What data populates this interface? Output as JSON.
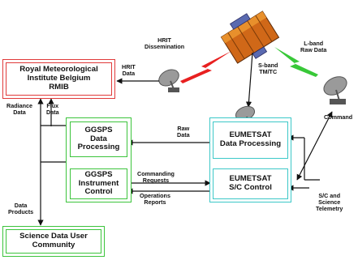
{
  "colors": {
    "rmib_border": "#e03a3a",
    "ggsps_border": "#3cc43c",
    "eumetsat_border": "#3cc8c8",
    "arrow": "#111111",
    "red_bolt": "#e82020",
    "green_bolt": "#38c838",
    "satellite_body": "#d06818",
    "dish": "#8a8a8a"
  },
  "icons": [
    "satellite-icon",
    "dish-antenna-icon",
    "lightning-bolt-icon"
  ],
  "boxes": {
    "rmib": [
      "Royal Meteorological",
      "Institute Belgium",
      "RMIB"
    ],
    "ggsps_dp": [
      "GGSPS",
      "Data",
      "Processing"
    ],
    "ggsps_ic": [
      "GGSPS",
      "Instrument",
      "Control"
    ],
    "eum_dp": [
      "EUMETSAT",
      "Data Processing"
    ],
    "eum_sc": [
      "EUMETSAT",
      "S/C Control"
    ],
    "science": [
      "Science Data User",
      "Community"
    ]
  },
  "labels": {
    "hrit_dissemination": [
      "HRIT",
      "Dissemination"
    ],
    "lband": [
      "L-band",
      "Raw Data"
    ],
    "sband": [
      "S-band",
      "TM/TC"
    ],
    "hrit_data": [
      "HRIT",
      "Data"
    ],
    "radiance": [
      "Radiance",
      "Data"
    ],
    "flux": [
      "Flux",
      "Data"
    ],
    "raw_data": [
      "Raw",
      "Data"
    ],
    "command": [
      "Command"
    ],
    "commanding": [
      "Commanding",
      "Requests"
    ],
    "operations": [
      "Operations",
      "Reports"
    ],
    "sc_science": [
      "S/C and",
      "Science",
      "Telemetry"
    ],
    "data_products": [
      "Data",
      "Products"
    ]
  }
}
